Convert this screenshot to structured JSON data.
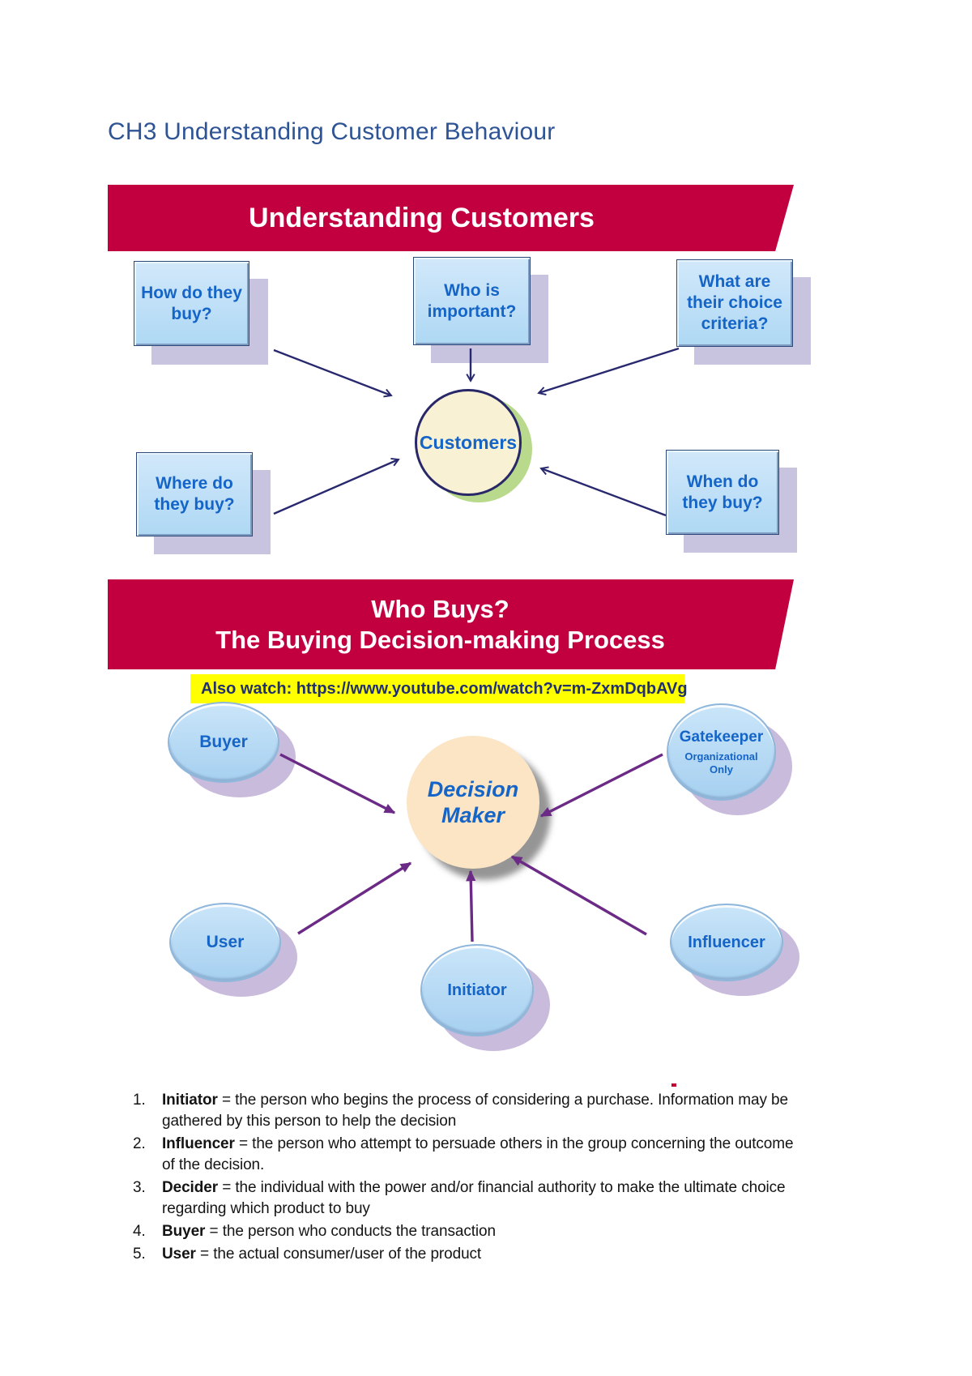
{
  "page": {
    "title": "CH3 Understanding Customer Behaviour"
  },
  "slide1": {
    "banner": "Understanding Customers",
    "boxes": [
      {
        "label": "How do they buy?"
      },
      {
        "label": "Who is important?"
      },
      {
        "label": "What are their choice criteria?"
      },
      {
        "label": "Where do they buy?"
      },
      {
        "label": "When do they buy?"
      }
    ],
    "center": {
      "label": "Customers"
    }
  },
  "slide2": {
    "banner_line1": "Who Buys?",
    "banner_line2": "The Buying Decision-making Process",
    "note": "Also watch: https://www.youtube.com/watch?v=m-ZxmDqbAVg",
    "center": {
      "line1": "Decision",
      "line2": "Maker"
    },
    "roles": [
      {
        "label": "Buyer"
      },
      {
        "label": "Gatekeeper",
        "sublabel": "Organizational Only"
      },
      {
        "label": "User"
      },
      {
        "label": "Initiator"
      },
      {
        "label": "Influencer"
      }
    ]
  },
  "definitions": {
    "items": [
      {
        "num": "1.",
        "term": "Initiator",
        "text": " = the person who begins the process of considering a purchase. Information may be gathered by this person to help the decision"
      },
      {
        "num": "2.",
        "term": "Influencer",
        "text": " = the person who attempt to persuade others in the group concerning the outcome of the decision."
      },
      {
        "num": "3.",
        "term": "Decider",
        "text": " = the individual with the power and/or financial authority to make the ultimate choice regarding which product to buy"
      },
      {
        "num": "4.",
        "term": "Buyer",
        "text": " = the person who conducts the transaction"
      },
      {
        "num": "5.",
        "term": "User",
        "text": " = the actual consumer/user of the product"
      }
    ]
  },
  "colors": {
    "banner": "#C3003F",
    "title_text": "#2F5496",
    "diagram_text_blue": "#1565C8",
    "box_fill": "#BFDFF7",
    "box_shadow": "#C8C3DF",
    "oval_shadow": "#C9BBDB",
    "customers_fill": "#F8F1D3",
    "customers_glow": "#B9D98C",
    "decision_maker_fill": "#FBE5C4",
    "highlight": "#FFFF00",
    "arrow_navy": "#28286E",
    "arrow_purple": "#6B2A86"
  }
}
